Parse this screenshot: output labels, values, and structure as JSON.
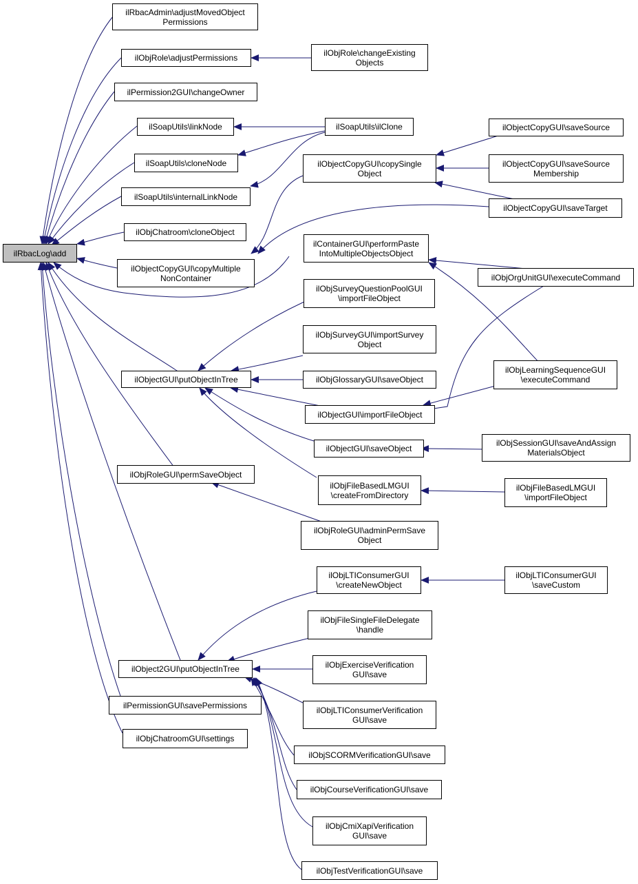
{
  "colors": {
    "edge": "#191970",
    "root_fill": "#bfbfbf",
    "node_border": "#000000"
  },
  "nodes": {
    "root": "ilRbacLog\\add",
    "adjust_moved": "ilRbacAdmin\\adjustMovedObject\nPermissions",
    "objrole_adjust": "ilObjRole\\adjustPermissions",
    "objrole_change": "ilObjRole\\changeExisting\nObjects",
    "perm2_owner": "ilPermission2GUI\\changeOwner",
    "soap_link": "ilSoapUtils\\linkNode",
    "soap_ilclone": "ilSoapUtils\\ilClone",
    "soap_clone": "ilSoapUtils\\cloneNode",
    "soap_internal": "ilSoapUtils\\internalLinkNode",
    "chatroom_clone": "ilObjChatroom\\cloneObject",
    "copy_multiple": "ilObjectCopyGUI\\copyMultiple\nNonContainer",
    "copy_single": "ilObjectCopyGUI\\copySingle\nObject",
    "save_source": "ilObjectCopyGUI\\saveSource",
    "save_source_membership": "ilObjectCopyGUI\\saveSource\nMembership",
    "save_target": "ilObjectCopyGUI\\saveTarget",
    "container_paste": "ilContainerGUI\\performPaste\nIntoMultipleObjectsObject",
    "orgunit_exec": "ilObjOrgUnitGUI\\executeCommand",
    "survey_pool_import": "ilObjSurveyQuestionPoolGUI\n\\importFileObject",
    "survey_import": "ilObjSurveyGUI\\importSurvey\nObject",
    "glossary_save": "ilObjGlossaryGUI\\saveObject",
    "learning_seq_exec": "ilObjLearningSequenceGUI\n\\executeCommand",
    "object_put": "ilObjectGUI\\putObjectInTree",
    "object_import": "ilObjectGUI\\importFileObject",
    "object_save": "ilObjectGUI\\saveObject",
    "session_save": "ilObjSessionGUI\\saveAndAssign\nMaterialsObject",
    "filebased_create": "ilObjFileBasedLMGUI\n\\createFromDirectory",
    "filebased_import": "ilObjFileBasedLMGUI\n\\importFileObject",
    "role_perm_save": "ilObjRoleGUI\\permSaveObject",
    "role_admin_perm": "ilObjRoleGUI\\adminPermSave\nObject",
    "lti_create": "ilObjLTIConsumerGUI\n\\createNewObject",
    "lti_save_custom": "ilObjLTIConsumerGUI\n\\saveCustom",
    "single_file_handle": "ilObjFileSingleFileDelegate\n\\handle",
    "object2_put": "ilObject2GUI\\putObjectInTree",
    "exercise_verif": "ilObjExerciseVerification\nGUI\\save",
    "lti_verif": "ilObjLTIConsumerVerification\nGUI\\save",
    "perm_save": "ilPermissionGUI\\savePermissions",
    "scorm_verif": "ilObjSCORMVerificationGUI\\save",
    "chatroom_settings": "ilObjChatroomGUI\\settings",
    "course_verif": "ilObjCourseVerificationGUI\\save",
    "cmixapi_verif": "ilObjCmiXapiVerification\nGUI\\save",
    "test_verif": "ilObjTestVerificationGUI\\save"
  }
}
